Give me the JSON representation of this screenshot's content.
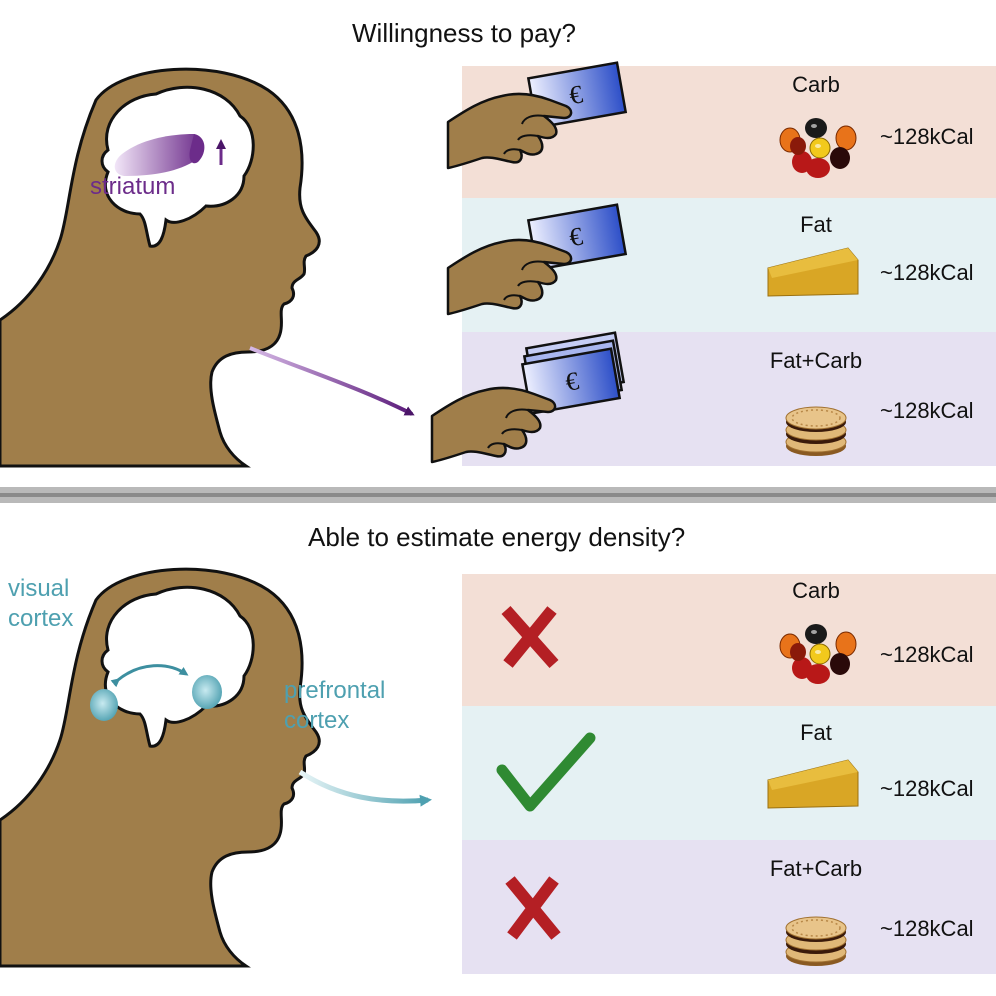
{
  "top": {
    "title": "Willingness to pay?",
    "brain_region": "striatum",
    "rows": [
      {
        "food": "Carb",
        "energy": "~128kCal"
      },
      {
        "food": "Fat",
        "energy": "~128kCal"
      },
      {
        "food": "Fat+Carb",
        "energy": "~128kCal"
      }
    ]
  },
  "bottom": {
    "title": "Able to estimate energy density?",
    "region_visual": "visual\ncortex",
    "region_prefrontal": "prefrontal\ncortex",
    "rows": [
      {
        "food": "Carb",
        "energy": "~128kCal",
        "result": "cross"
      },
      {
        "food": "Fat",
        "energy": "~128kCal",
        "result": "check"
      },
      {
        "food": "Fat+Carb",
        "energy": "~128kCal",
        "result": "cross"
      }
    ]
  },
  "currency_symbol": "€",
  "colors": {
    "carb_row": "#f3dfd6",
    "fat_row": "#e5f1f3",
    "fatcarb_row": "#e6e1f2",
    "head_skin": "#a07e4a",
    "striatum": "#6c2c8a",
    "cortex": "#4ea0b0",
    "cross": "#b41f24",
    "check": "#2f8a32"
  },
  "icons": [
    "euro-bill-icon",
    "hand-icon",
    "candies-icon",
    "cheese-icon",
    "cookies-icon",
    "cross-icon",
    "check-icon",
    "arrow-icon"
  ]
}
